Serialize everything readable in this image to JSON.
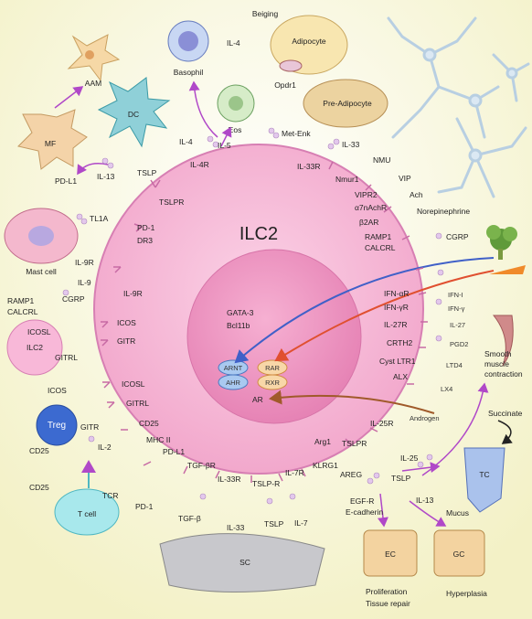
{
  "center": {
    "title": "ILC2",
    "tf1": "GATA-3",
    "tf2": "Bcl11b",
    "ar": "AR",
    "nuc": [
      "ARNT",
      "AHR",
      "RAR",
      "RXR"
    ]
  },
  "cells": {
    "beiging": "Beiging",
    "adipocyte": "Adipocyte",
    "opdr1": "Opdr1",
    "pre_adipocyte": "Pre-Adipocyte",
    "basophil": "Basophil",
    "eos": "Eos",
    "aam": "AAM",
    "dc": "DC",
    "mf": "MF",
    "mast": "Mast cell",
    "ilc2_small": "ILC2",
    "treg": "Treg",
    "tcell": "T cell",
    "sc": "SC",
    "ec": "EC",
    "gc": "GC",
    "tc": "TC",
    "smooth": [
      "Smooth",
      "muscle",
      "contraction"
    ],
    "succinate": "Succinate",
    "mucus": "Mucus",
    "prolif": "Proliferation",
    "repair": "Tissue repair",
    "hyper": "Hyperplasia"
  },
  "labels": {
    "il4_top": "IL-4",
    "il4": "IL-4",
    "il5": "IL-5",
    "metenk": "Met-Enk",
    "il33": "IL-33",
    "pdl1_mf": "PD-L1",
    "il13_left": "IL-13",
    "tslp_left": "TSLP",
    "tl1a": "TL1A",
    "il9r_mast": "IL-9R",
    "il9": "IL-9",
    "ramp1_l": "RAMP1",
    "calcrl_l": "CALCRL",
    "cgrp_l": "CGRP",
    "icosl_small": "ICOSL",
    "gitrl_small": "GITRL",
    "icos_treg": "ICOS",
    "gitr_treg": "GITR",
    "cd25_treg": "CD25",
    "il2": "IL-2",
    "cd25_t": "CD25",
    "tcr": "TCR",
    "pd1_t": "PD-1",
    "nmu": "NMU",
    "vip": "VIP",
    "ach": "Ach",
    "nor": "Norepinephrine",
    "cgrp_r": "CGRP",
    "ifn1": "IFN-I",
    "ifng": "IFN-γ",
    "il27": "IL-27",
    "pgd2": "PGD2",
    "ltd4": "LTD4",
    "lx4": "LX4",
    "androgen": "Androgen",
    "il25": "IL-25",
    "tslp_r": "TSLP",
    "il13_r": "IL-13",
    "areg": "AREG",
    "egfr": "EGF-R",
    "ecad": "E-cadherin",
    "tgfb": "TGF-β",
    "il33_bot": "IL-33",
    "tslp_bot": "TSLP",
    "il7": "IL-7"
  },
  "receptors": {
    "il4r": "IL-4R",
    "tslpr": "TSLPR",
    "pd1": "PD-1",
    "dr3": "DR3",
    "il9r": "IL-9R",
    "icos": "ICOS",
    "gitr": "GITR",
    "icosl": "ICOSL",
    "gitrl": "GITRL",
    "cd25": "CD25",
    "mhc2": "MHC II",
    "pdl1": "PD-L1",
    "tgfbr": "TGF-βR",
    "il33r_b": "IL-33R",
    "tslpr_b": "TSLP-R",
    "il7r": "IL-7R",
    "klrg1": "KLRG1",
    "arg1": "Arg1",
    "tslpr_r": "TSLPR",
    "il25r": "IL-25R",
    "il33r": "IL-33R",
    "nmur1": "Nmur1",
    "vipr2": "VIPR2",
    "a7nachr": "α7nAchR",
    "b2ar": "β2AR",
    "ramp1": "RAMP1",
    "calcrl": "CALCRL",
    "ifnar": "IFN-αR",
    "ifngr": "IFN-γR",
    "il27r": "IL-27R",
    "crth2": "CRTH2",
    "cystltr1": "Cyst LTR1",
    "alx": "ALX"
  },
  "colors": {
    "ilc2": "#f6b6d6",
    "ilc2_edge": "#d77fb3",
    "nucleus": "#ef8fbe",
    "arrow_blue": "#4060c8",
    "arrow_red": "#e05030",
    "arrow_brown": "#a05a2a",
    "arrow_purple": "#b048c8"
  }
}
